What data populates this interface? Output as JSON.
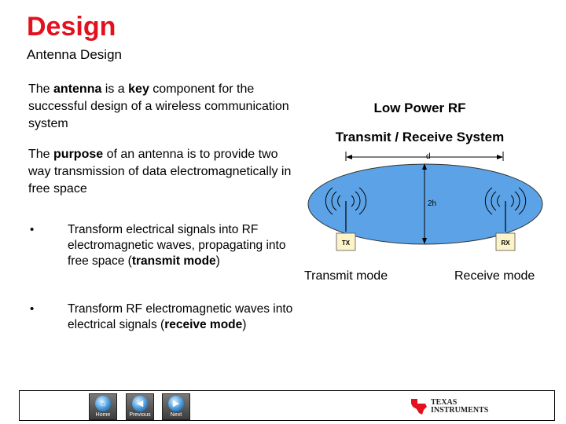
{
  "header": {
    "title": "Design",
    "subtitle": "Antenna Design"
  },
  "content": {
    "para1": {
      "pre": "The ",
      "b1": "antenna",
      "mid1": " is a ",
      "b2": "key",
      "post": " component for the successful design of a wireless communication system"
    },
    "para2": {
      "pre": "The ",
      "b1": "purpose",
      "post": " of an antenna is to provide two way transmission of data electromagnetically in free space"
    },
    "bullet_char": "•",
    "bullet1": {
      "text": "Transform electrical signals into RF electromagnetic waves, propagating into free space (",
      "bold": "transmit mode",
      "close": ")"
    },
    "bullet2": {
      "text": "Transform RF electromagnetic waves into electrical signals (",
      "bold": "receive mode",
      "close": ")"
    }
  },
  "diagram": {
    "title_line1": "Low Power RF",
    "title_line2": "Transmit / Receive System",
    "distance_label": "d",
    "height_label": "2h",
    "tx_label": "TX",
    "rx_label": "RX",
    "transmit_caption": "Transmit mode",
    "receive_caption": "Receive mode",
    "ellipse_color": "#5ba3e6",
    "box_color": "#fcf3c8"
  },
  "footer": {
    "buttons": [
      {
        "label": "Home",
        "glyph": "⌂"
      },
      {
        "label": "Previous",
        "glyph": "◀"
      },
      {
        "label": "Next",
        "glyph": "▶"
      }
    ],
    "logo_line1": "TEXAS",
    "logo_line2": "INSTRUMENTS",
    "logo_color": "#e3101e"
  }
}
